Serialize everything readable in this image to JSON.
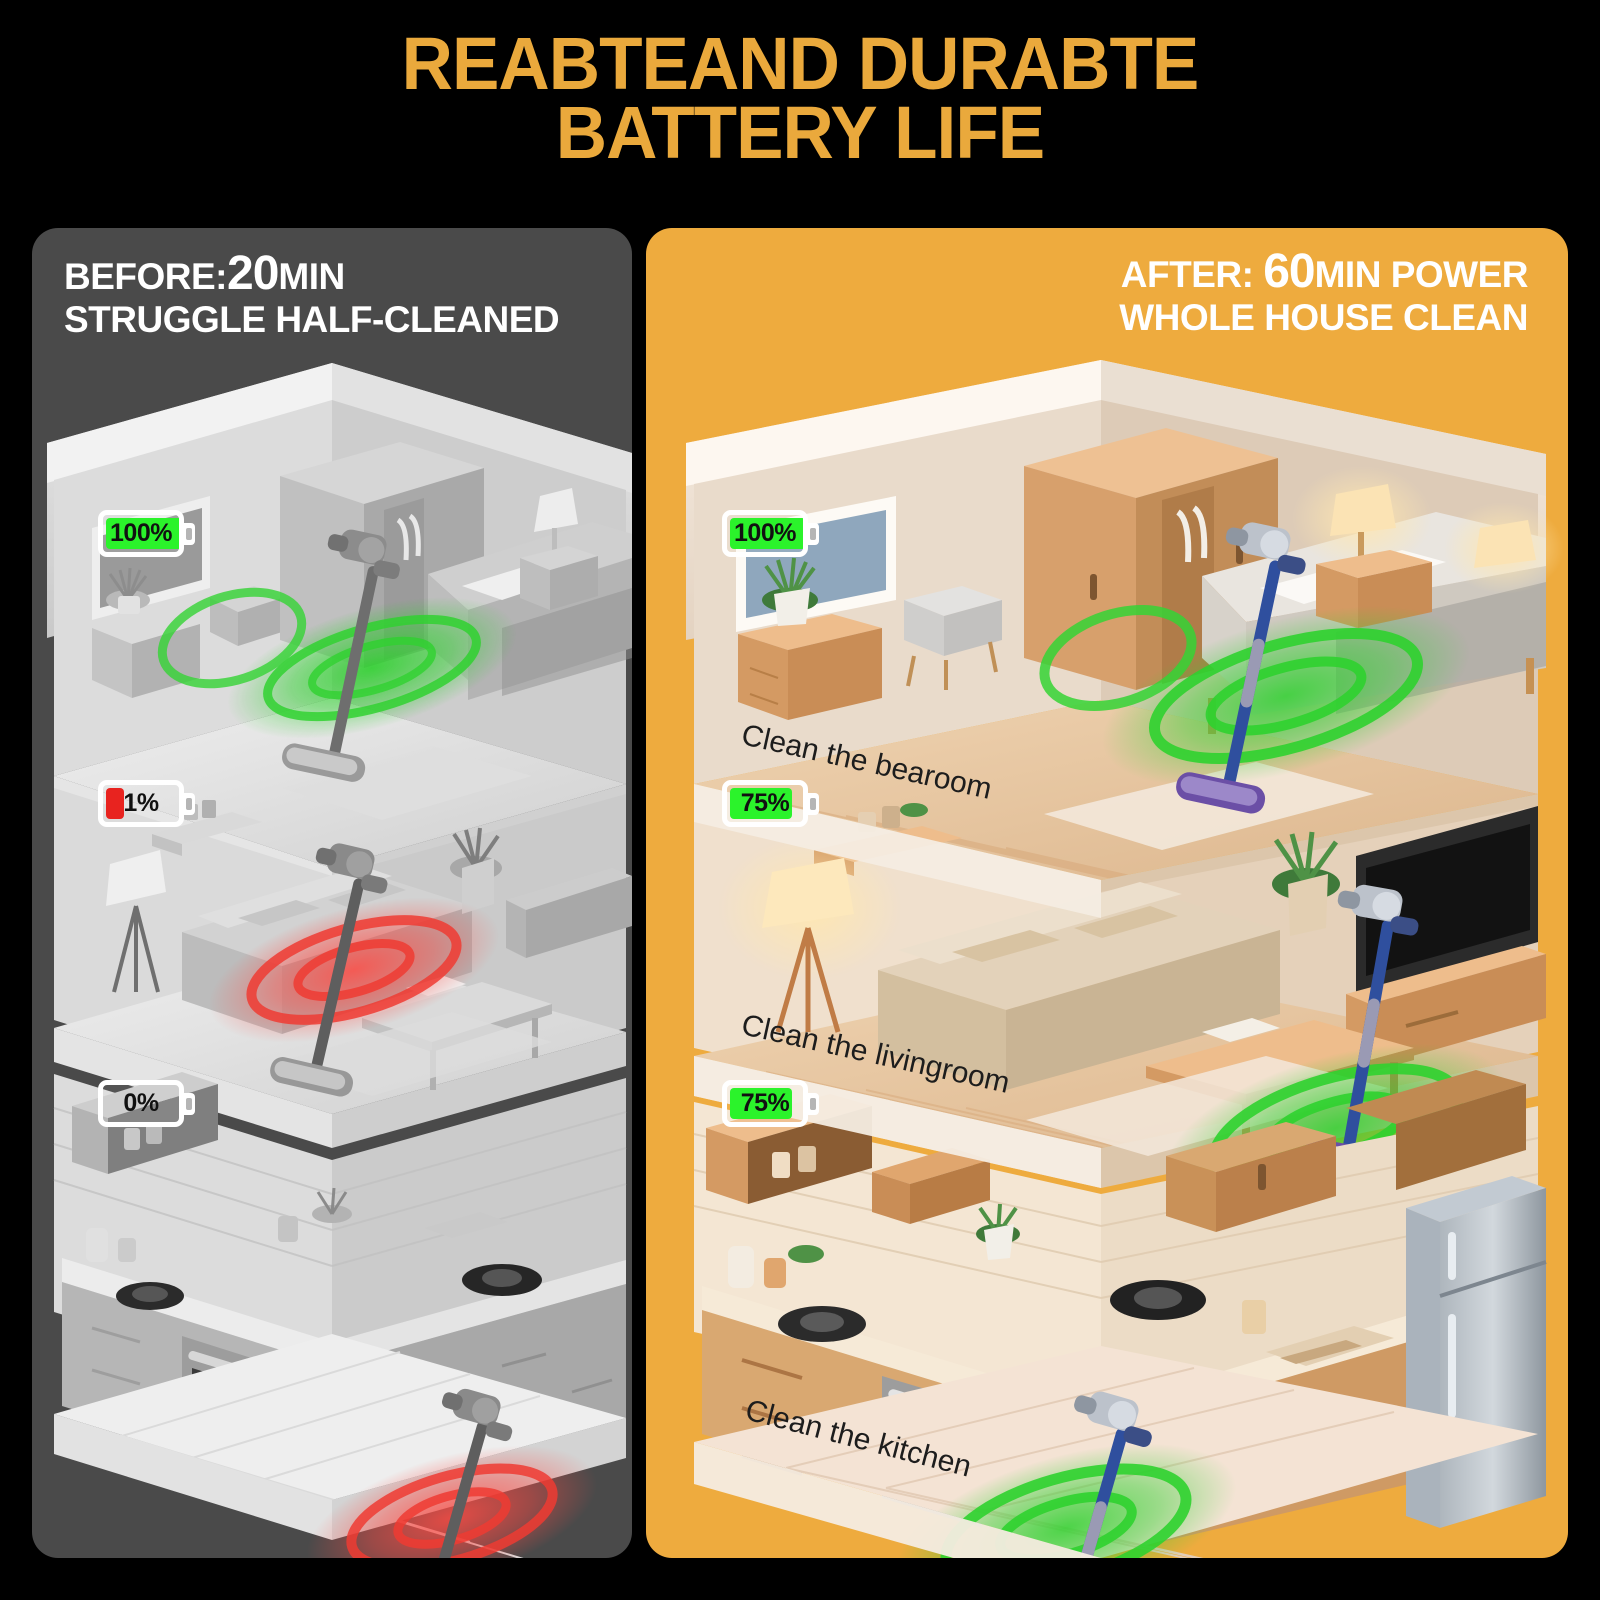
{
  "headline": {
    "line1": "REABTEAND DURABTE",
    "line2": "BATTERY LIFE",
    "color": "#eaa93c"
  },
  "panels": {
    "before": {
      "name": "before",
      "background_color": "#4a4a4a",
      "caption": {
        "prefix": "BEFORE:",
        "number": "20",
        "unit": "MIN",
        "line2": "STRUGGLE HALF-CLEANED"
      },
      "wave_color": "#e8413c",
      "batteries": [
        {
          "level_label": "100%",
          "percent": 100,
          "fill_color": "#2bf32b",
          "room": "bedroom"
        },
        {
          "level_label": "1%",
          "percent": 1,
          "fill_color": "#e8231f",
          "room": "livingroom"
        },
        {
          "level_label": "0%",
          "percent": 0,
          "fill_color": "#000000",
          "room": "kitchen"
        }
      ],
      "floor_labels": []
    },
    "after": {
      "name": "after",
      "background_color": "#eeab3e",
      "caption": {
        "prefix": "AFTER: ",
        "number": "60",
        "unit": "MIN POWER",
        "line2": "WHOLE HOUSE CLEAN"
      },
      "wave_color": "#3ec63e",
      "batteries": [
        {
          "level_label": "100%",
          "percent": 100,
          "fill_color": "#2bf32b",
          "room": "bedroom"
        },
        {
          "level_label": "75%",
          "percent": 75,
          "fill_color": "#2bf32b",
          "room": "livingroom"
        },
        {
          "level_label": "75%",
          "percent": 75,
          "fill_color": "#2bf32b",
          "room": "kitchen"
        }
      ],
      "floor_labels": [
        {
          "text": "Clean the bearoom"
        },
        {
          "text": "Clean the livingroom"
        },
        {
          "text": "Clean the kitchen"
        }
      ]
    }
  },
  "scene": {
    "rooms": [
      "bedroom",
      "livingroom",
      "kitchen"
    ],
    "bedroom_items": [
      "wardrobe",
      "bed",
      "nightstand",
      "table-lamp",
      "armchair",
      "potted-plant",
      "window",
      "rug",
      "cordless-vacuum"
    ],
    "livingroom_items": [
      "sofa",
      "cushions",
      "floor-lamp",
      "coffee-table",
      "tv",
      "tv-console",
      "potted-plant",
      "rug",
      "cordless-vacuum"
    ],
    "kitchen_items": [
      "counter",
      "oven",
      "gas-hob",
      "cabinets",
      "refrigerator",
      "sink",
      "potted-plant",
      "storage-jars",
      "cordless-vacuum"
    ]
  },
  "colors": {
    "page_background": "#000000",
    "gray_wall": "#d9d9d9",
    "gray_floor": "#e6e6e6",
    "gray_furniture": "#b9b9b9",
    "wood_light": "#e8b88a",
    "wood_mid": "#d49a63",
    "wood_dark": "#b97a45",
    "warm_wall": "#f0e3d4",
    "warm_floor": "#e9cdae",
    "steel": "#9aa4ad"
  }
}
